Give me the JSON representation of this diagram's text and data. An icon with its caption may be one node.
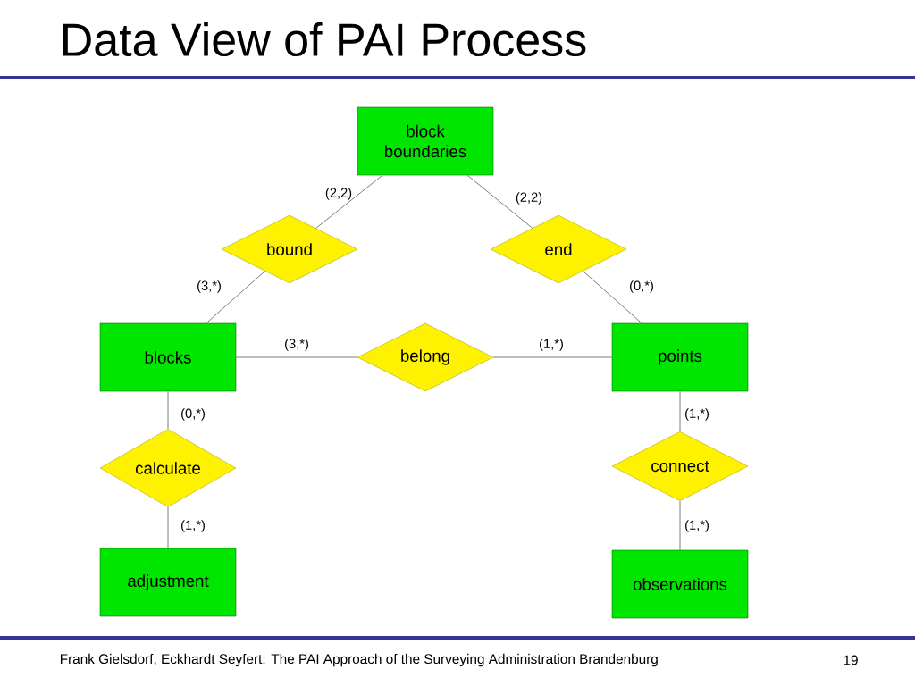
{
  "diagram": {
    "title": "Data View of PAI Process",
    "nodes": [
      {
        "text": [
          "block boundaries"
        ]
      },
      {
        "text": [
          "bound"
        ]
      },
      {
        "text": [
          "end"
        ]
      },
      {
        "text": [
          "blocks"
        ]
      },
      {
        "text": [
          "belong"
        ]
      },
      {
        "text": [
          "points"
        ]
      },
      {
        "text": [
          "calculate"
        ]
      },
      {
        "text": [
          "connect"
        ]
      },
      {
        "text": [
          "adjustment"
        ]
      },
      {
        "text": [
          "observations"
        ]
      }
    ],
    "edges": [
      {
        "from": 0,
        "to": 1,
        "arrow": "none",
        "label": "(2,2)"
      },
      {
        "from": 0,
        "to": 2,
        "arrow": "none",
        "label": "(2,2)"
      },
      {
        "from": 1,
        "to": 3,
        "arrow": "none",
        "label": "(3,*)"
      },
      {
        "from": 2,
        "to": 5,
        "arrow": "none",
        "label": "(0,*)"
      },
      {
        "from": 3,
        "to": 4,
        "arrow": "none",
        "label": "(3,*)"
      },
      {
        "from": 4,
        "to": 5,
        "arrow": "none",
        "label": "(1,*)"
      },
      {
        "from": 3,
        "to": 6,
        "arrow": "none",
        "label": "(0,*)"
      },
      {
        "from": 6,
        "to": 8,
        "arrow": "none",
        "label": "(1,*)"
      },
      {
        "from": 5,
        "to": 7,
        "arrow": "none",
        "label": "(1,*)"
      },
      {
        "from": 7,
        "to": 9,
        "arrow": "none",
        "label": "(1,*)"
      }
    ],
    "labels": [
      "Frank Gielsdorf, Eckhardt Seyfert: The PAI Approach of the Surveying Administration Brandenburg",
      "19"
    ]
  }
}
